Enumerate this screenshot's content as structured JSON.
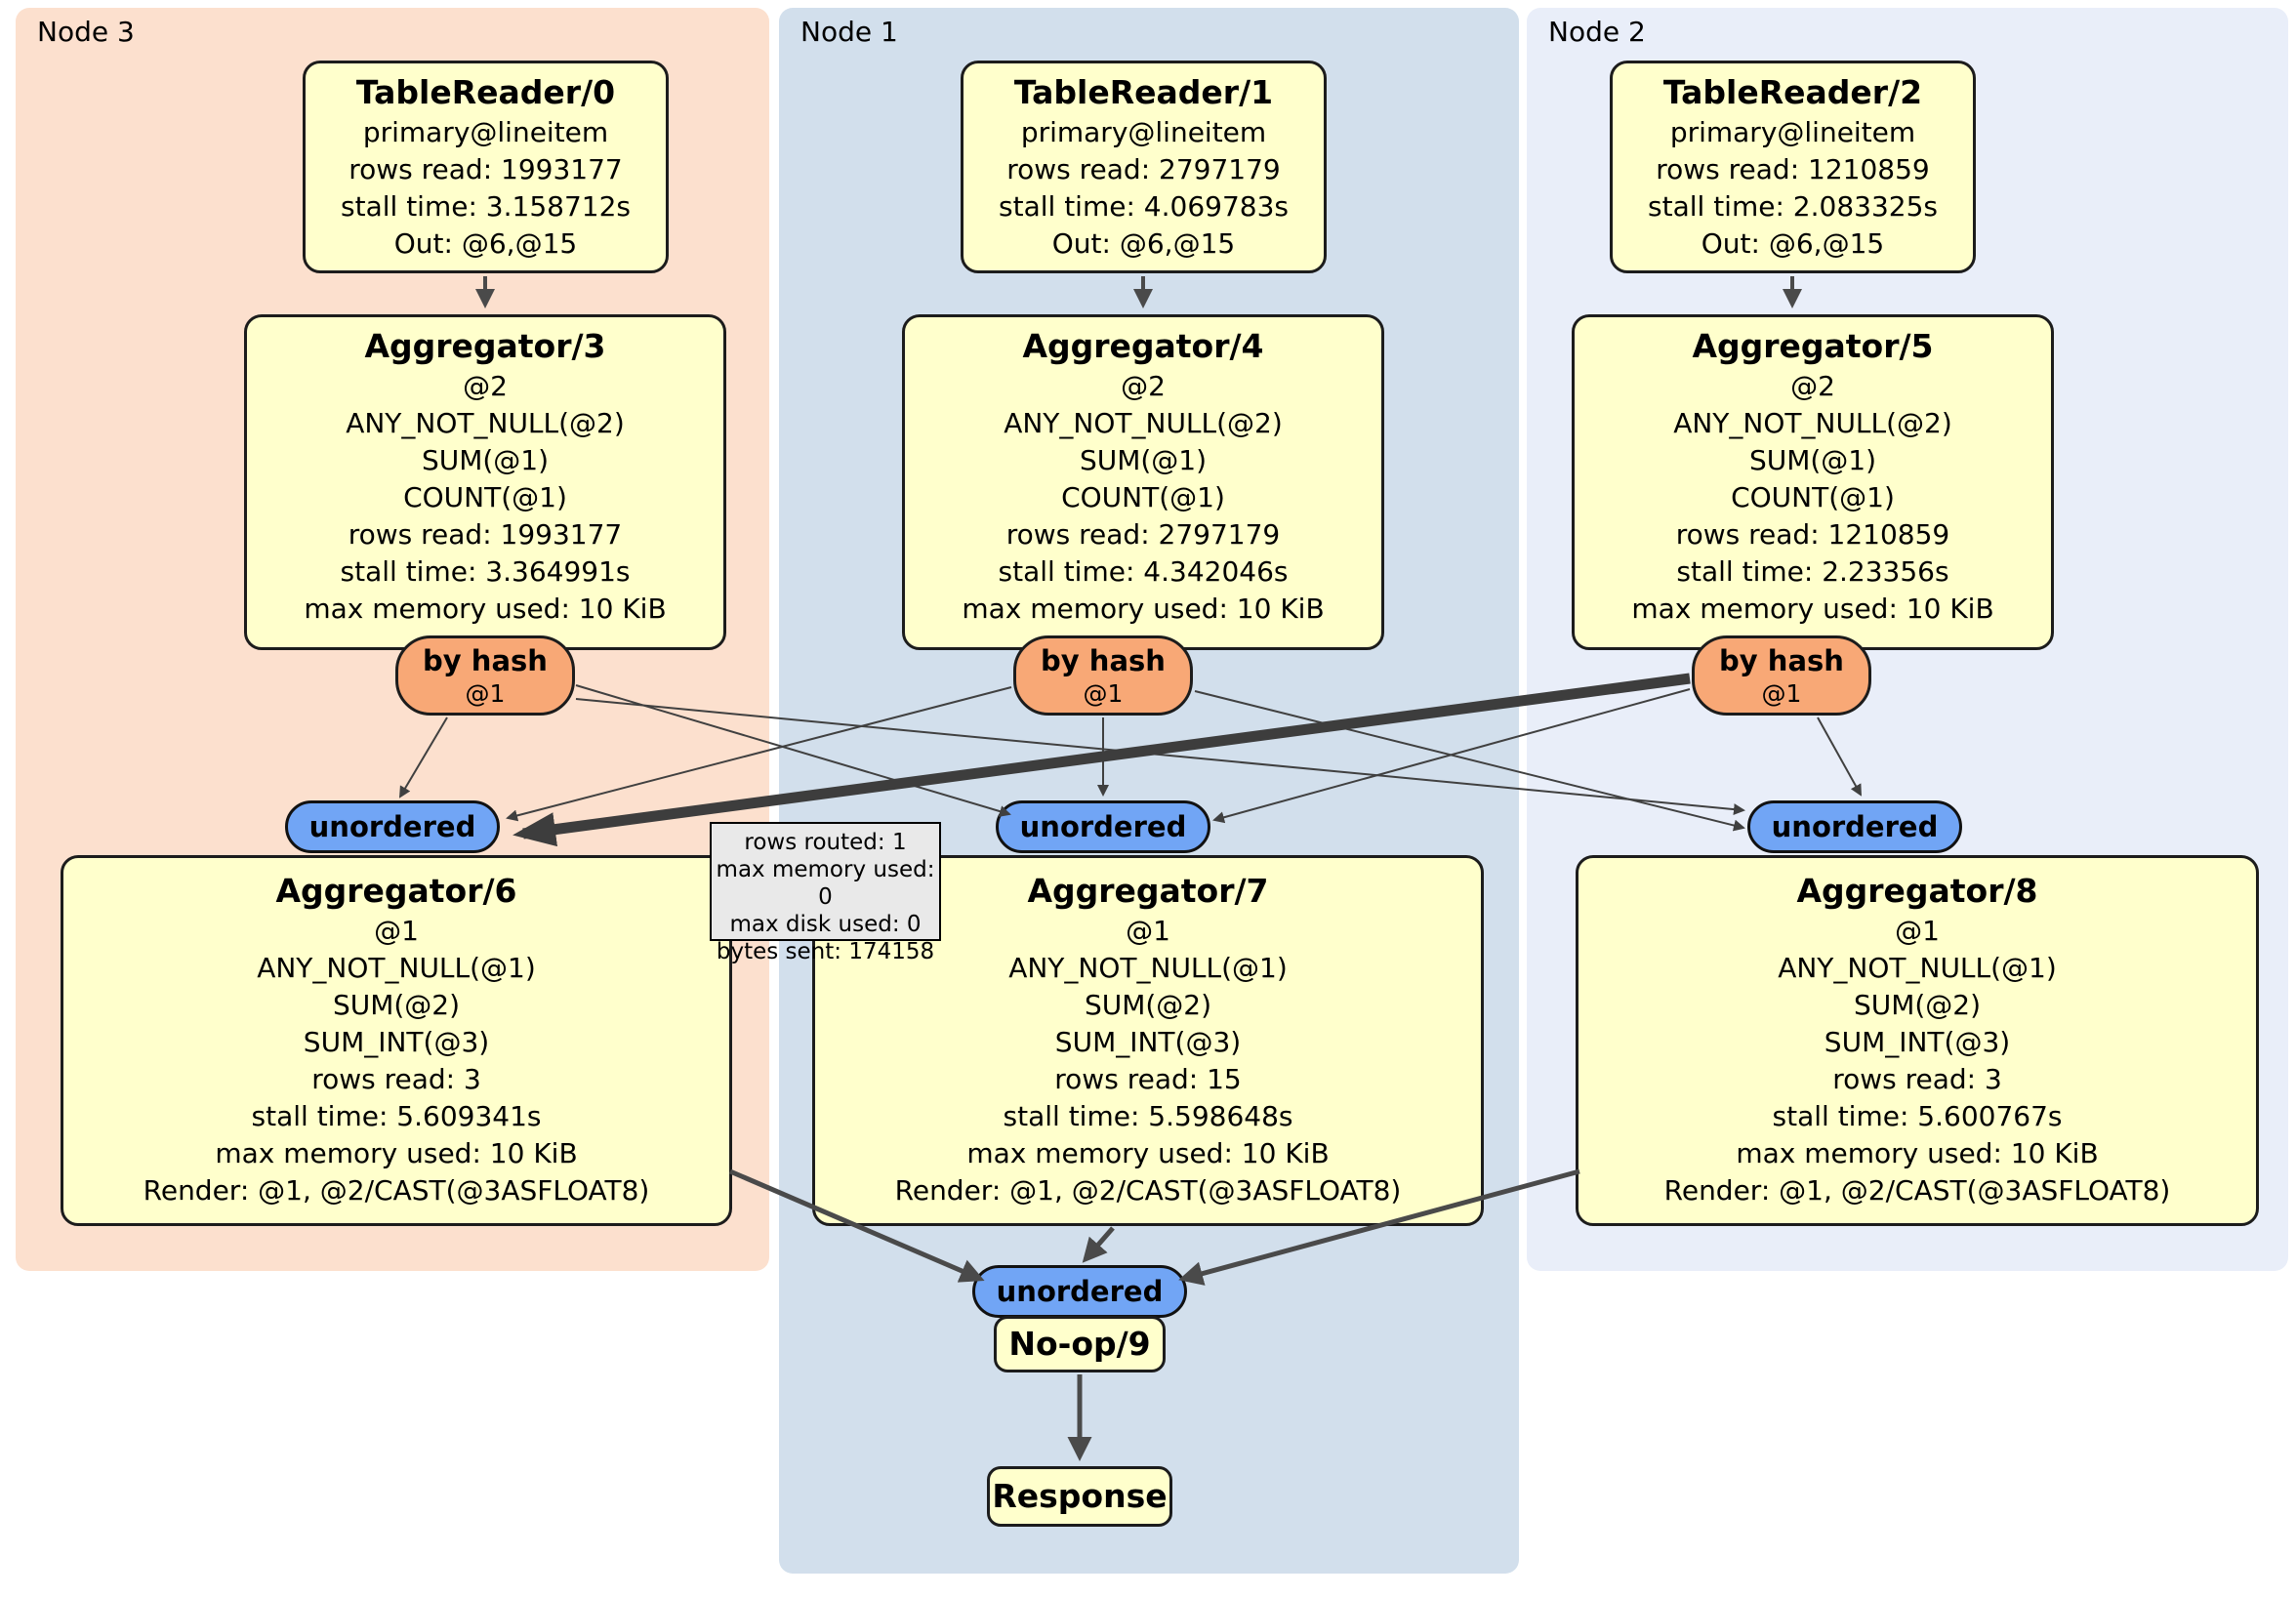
{
  "panels": {
    "node3": {
      "label": "Node 3"
    },
    "node1": {
      "label": "Node 1"
    },
    "node2": {
      "label": "Node 2"
    }
  },
  "nodes": {
    "tr0": {
      "title": "TableReader/0",
      "lines": [
        "primary@lineitem",
        "rows read: 1993177",
        "stall time: 3.158712s",
        "Out: @6,@15"
      ]
    },
    "tr1": {
      "title": "TableReader/1",
      "lines": [
        "primary@lineitem",
        "rows read: 2797179",
        "stall time: 4.069783s",
        "Out: @6,@15"
      ]
    },
    "tr2": {
      "title": "TableReader/2",
      "lines": [
        "primary@lineitem",
        "rows read: 1210859",
        "stall time: 2.083325s",
        "Out: @6,@15"
      ]
    },
    "agg3": {
      "title": "Aggregator/3",
      "lines": [
        "@2",
        "ANY_NOT_NULL(@2)",
        "SUM(@1)",
        "COUNT(@1)",
        "rows read: 1993177",
        "stall time: 3.364991s",
        "max memory used: 10 KiB"
      ]
    },
    "agg4": {
      "title": "Aggregator/4",
      "lines": [
        "@2",
        "ANY_NOT_NULL(@2)",
        "SUM(@1)",
        "COUNT(@1)",
        "rows read: 2797179",
        "stall time: 4.342046s",
        "max memory used: 10 KiB"
      ]
    },
    "agg5": {
      "title": "Aggregator/5",
      "lines": [
        "@2",
        "ANY_NOT_NULL(@2)",
        "SUM(@1)",
        "COUNT(@1)",
        "rows read: 1210859",
        "stall time: 2.23356s",
        "max memory used: 10 KiB"
      ]
    },
    "agg6": {
      "title": "Aggregator/6",
      "lines": [
        "@1",
        "ANY_NOT_NULL(@1)",
        "SUM(@2)",
        "SUM_INT(@3)",
        "rows read: 3",
        "stall time: 5.609341s",
        "max memory used: 10 KiB",
        "Render: @1, @2/CAST(@3ASFLOAT8)"
      ]
    },
    "agg7": {
      "title": "Aggregator/7",
      "lines": [
        "@1",
        "ANY_NOT_NULL(@1)",
        "SUM(@2)",
        "SUM_INT(@3)",
        "rows read: 15",
        "stall time: 5.598648s",
        "max memory used: 10 KiB",
        "Render: @1, @2/CAST(@3ASFLOAT8)"
      ]
    },
    "agg8": {
      "title": "Aggregator/8",
      "lines": [
        "@1",
        "ANY_NOT_NULL(@1)",
        "SUM(@2)",
        "SUM_INT(@3)",
        "rows read: 3",
        "stall time: 5.600767s",
        "max memory used: 10 KiB",
        "Render: @1, @2/CAST(@3ASFLOAT8)"
      ]
    },
    "noop": {
      "title": "No-op/9"
    },
    "response": {
      "title": "Response"
    }
  },
  "routers": {
    "byhash3": {
      "label": "by hash",
      "sub": "@1"
    },
    "byhash4": {
      "label": "by hash",
      "sub": "@1"
    },
    "byhash5": {
      "label": "by hash",
      "sub": "@1"
    },
    "unordered6": {
      "label": "unordered"
    },
    "unordered7": {
      "label": "unordered"
    },
    "unordered8": {
      "label": "unordered"
    },
    "unordered9": {
      "label": "unordered"
    }
  },
  "tooltip": {
    "lines": [
      "rows routed: 1",
      "max memory used: 0",
      "max disk used: 0",
      "bytes sent: 174158"
    ]
  },
  "colors": {
    "node3_bg": "#fce0ce",
    "node1_bg": "#d2dfec",
    "node2_bg": "#e9eef9",
    "processor_bg": "#ffffcc",
    "router_bg": "#f8a876",
    "sync_bg": "#71a5f5",
    "tooltip_bg": "#e9e9e9",
    "edge": "#404040"
  }
}
